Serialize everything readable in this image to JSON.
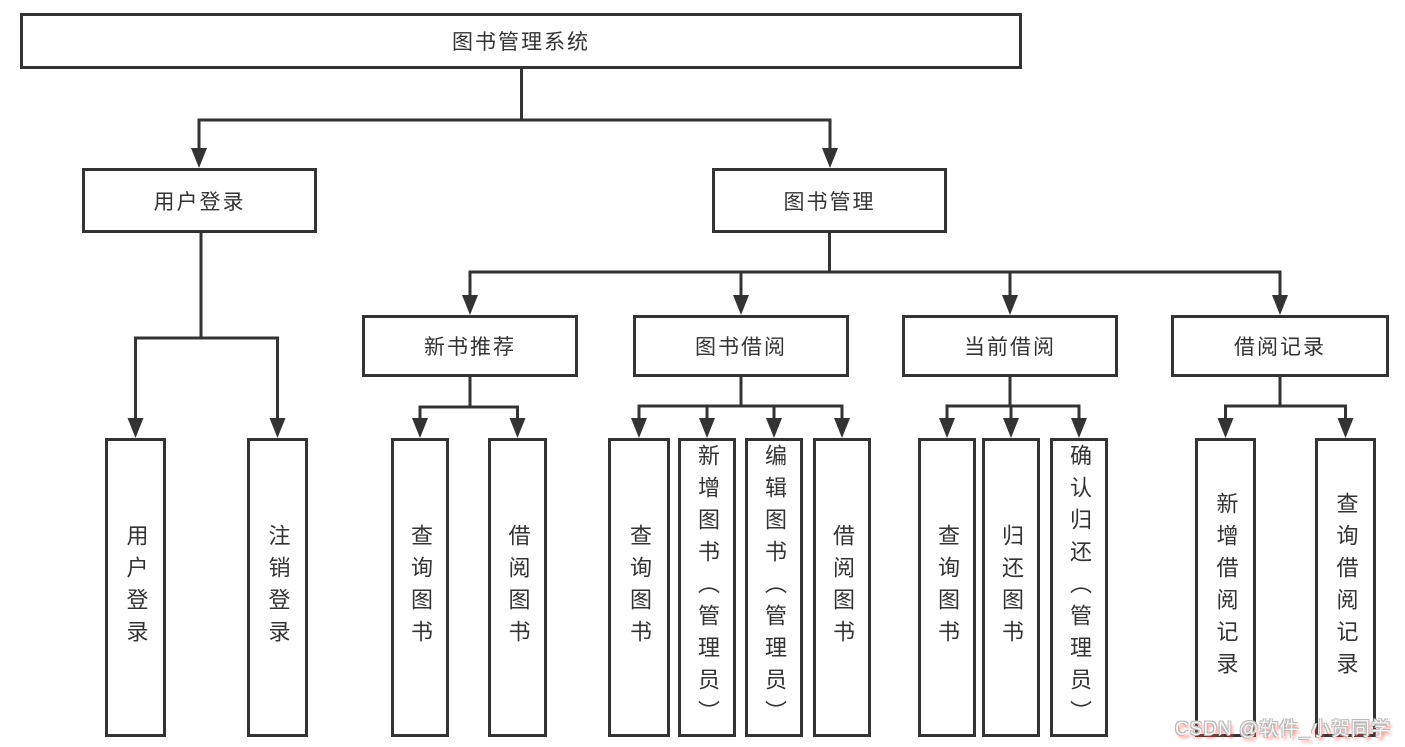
{
  "diagram": {
    "root": {
      "label": "图书管理系统"
    },
    "level2": [
      {
        "label": "用户登录"
      },
      {
        "label": "图书管理"
      }
    ],
    "level3": [
      {
        "label": "新书推荐"
      },
      {
        "label": "图书借阅"
      },
      {
        "label": "当前借阅"
      },
      {
        "label": "借阅记录"
      }
    ],
    "leaves": {
      "user_login": [
        {
          "label": "用户登录"
        },
        {
          "label": "注销登录"
        }
      ],
      "new_book_recommend": [
        {
          "label": "查询图书"
        },
        {
          "label": "借阅图书"
        }
      ],
      "book_borrow": [
        {
          "label": "查询图书"
        },
        {
          "label": "新增图书（管理员）"
        },
        {
          "label": "编辑图书（管理员）"
        },
        {
          "label": "借阅图书"
        }
      ],
      "current_borrow": [
        {
          "label": "查询图书"
        },
        {
          "label": "归还图书"
        },
        {
          "label": "确认归还（管理员）"
        }
      ],
      "borrow_records": [
        {
          "label": "新增借阅记录"
        },
        {
          "label": "查询借阅记录"
        }
      ]
    },
    "colors": {
      "line": "#333333",
      "text": "#333333",
      "background": "#ffffff"
    }
  },
  "watermark": {
    "text": "CSDN @软件_小贺同学"
  }
}
